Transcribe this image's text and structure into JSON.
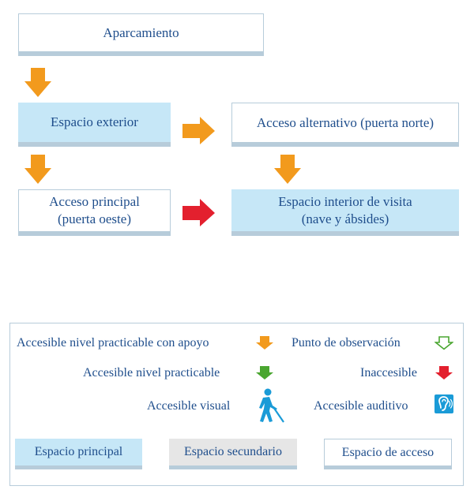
{
  "nodes": {
    "parking": "Aparcamiento",
    "exterior": "Espacio exterior",
    "alt_access": "Acceso alternativo (puerta norte)",
    "main_access_line1": "Acceso principal",
    "main_access_line2": "(puerta oeste)",
    "interior_line1": "Espacio interior de visita",
    "interior_line2": "(nave y ábsides)"
  },
  "legend": {
    "supported": "Accesible nivel practicable con apoyo",
    "practicable": "Accesible nivel practicable",
    "visual": "Accesible visual",
    "observation": "Punto de observación",
    "inaccessible": "Inaccesible",
    "auditory": "Accesible auditivo",
    "main_space": "Espacio principal",
    "secondary_space": "Espacio secundario",
    "access_space": "Espacio de acceso"
  },
  "colors": {
    "orange": "#f29a1d",
    "green": "#4aa630",
    "red": "#e3202e",
    "blue_icon": "#1a9bd7",
    "main_fill": "#c6e7f7",
    "secondary_fill": "#e6e6e6",
    "border": "#b7ccda"
  },
  "icons": {
    "visual": "person-with-cane-icon",
    "auditory": "ear-hearing-loop-icon"
  }
}
